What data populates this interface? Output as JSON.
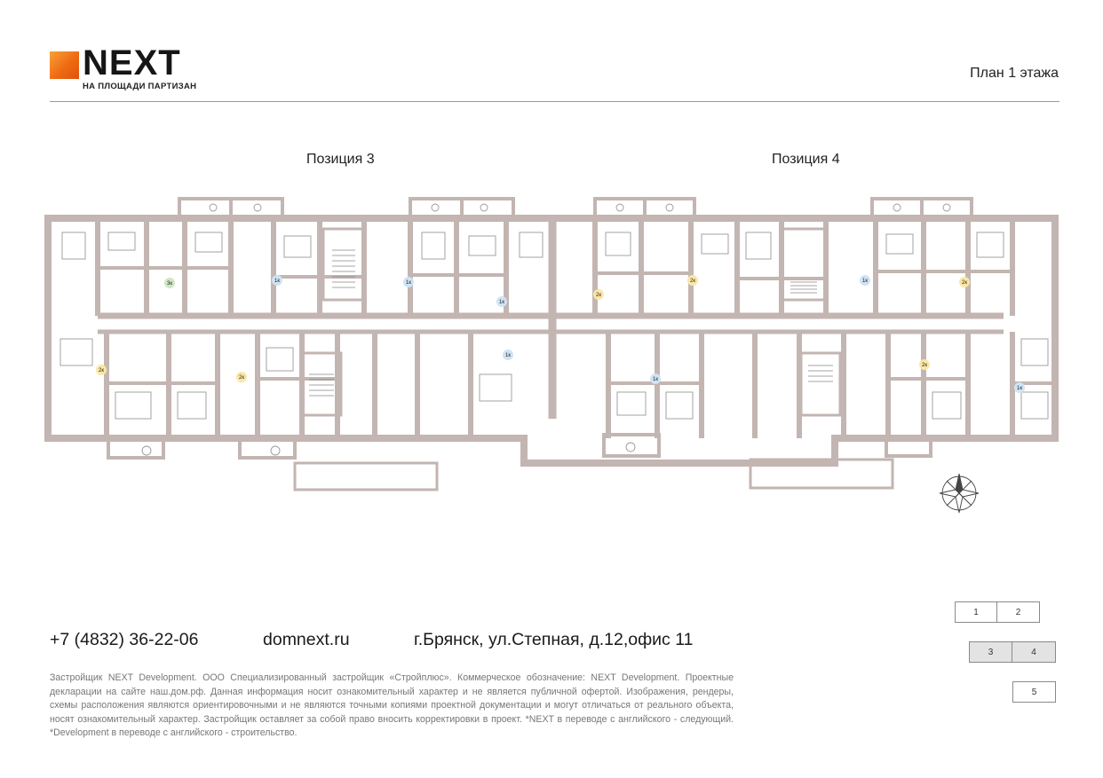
{
  "header": {
    "logo_word": "NEXT",
    "logo_subtitle": "НА ПЛОЩАДИ ПАРТИЗАН",
    "plan_title": "План 1 этажа"
  },
  "plan": {
    "position_labels": [
      "Позиция 3",
      "Позиция 4"
    ],
    "apartment_badges": [
      {
        "rooms": "3к",
        "kind": "green"
      },
      {
        "rooms": "1к",
        "kind": "blue"
      },
      {
        "rooms": "1к",
        "kind": "blue"
      },
      {
        "rooms": "1к",
        "kind": "blue"
      },
      {
        "rooms": "2к",
        "kind": "yellow"
      },
      {
        "rooms": "2к",
        "kind": "yellow"
      },
      {
        "rooms": "1к",
        "kind": "blue"
      },
      {
        "rooms": "2к",
        "kind": "yellow"
      },
      {
        "rooms": "2к",
        "kind": "yellow"
      },
      {
        "rooms": "2к",
        "kind": "yellow"
      },
      {
        "rooms": "1к",
        "kind": "blue"
      },
      {
        "rooms": "1к",
        "kind": "blue"
      },
      {
        "rooms": "2к",
        "kind": "yellow"
      },
      {
        "rooms": "1к",
        "kind": "blue"
      }
    ],
    "colors": {
      "wall": "#c3b5b1",
      "badge_green": "#cfe8c4",
      "badge_blue": "#cfe3f4",
      "badge_yellow": "#fbe7a6"
    },
    "compass_icon": "compass-rose-icon"
  },
  "footer": {
    "phone": "+7 (4832) 36-22-06",
    "site": "domnext.ru",
    "address": "г.Брянск, ул.Степная, д.12,офис 11",
    "disclaimer": "Застройщик NEXT Development. ООО Специализированный застройщик «Стройплюс». Коммерческое обозначение: NEXT Development. Проектные декларации на сайте наш.дом.рф. Данная информация носит ознакомительный характер и не является публичной офертой. Изображения, рендеры, схемы расположения являются ориентировочными и не являются точными копиями проектной документации и могут отличаться от реального объекта, носят ознакомительный характер. Застройщик оставляет за собой право вносить корректировки в проект. *NEXT в переводе с английского - следующий. *Development в переводе с английского - строительство."
  },
  "nav": {
    "sections": [
      {
        "label": "1",
        "active": false
      },
      {
        "label": "2",
        "active": false
      },
      {
        "label": "3",
        "active": true
      },
      {
        "label": "4",
        "active": true
      },
      {
        "label": "5",
        "active": false
      }
    ]
  }
}
